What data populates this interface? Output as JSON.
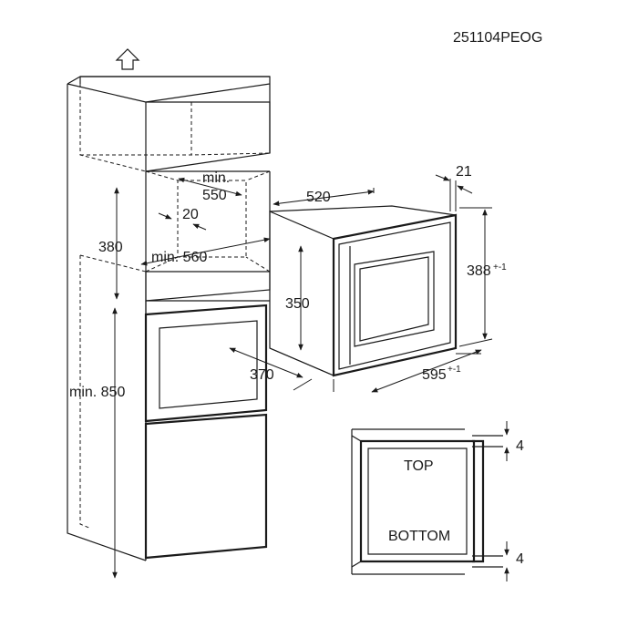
{
  "drawing_code": "251104PEOG",
  "cabinet": {
    "depth_min": "min.\n550",
    "depth_min_line1": "min.",
    "depth_min_line2": "550",
    "gap": "20",
    "width_min": "min. 560",
    "opening_height": "380",
    "floor_height": "min. 850",
    "oven_depth": "370"
  },
  "appliance": {
    "depth": "520",
    "front_thickness": "21",
    "body_height": "350",
    "front_height": "388",
    "front_height_tol": "+-1",
    "front_width": "595",
    "front_width_tol": "+-1"
  },
  "detail": {
    "top_label": "TOP",
    "bottom_label": "BOTTOM",
    "top_gap": "4",
    "bottom_gap": "4"
  },
  "icons": [
    "arrow-up-icon",
    "dimension-arrow-icon"
  ]
}
